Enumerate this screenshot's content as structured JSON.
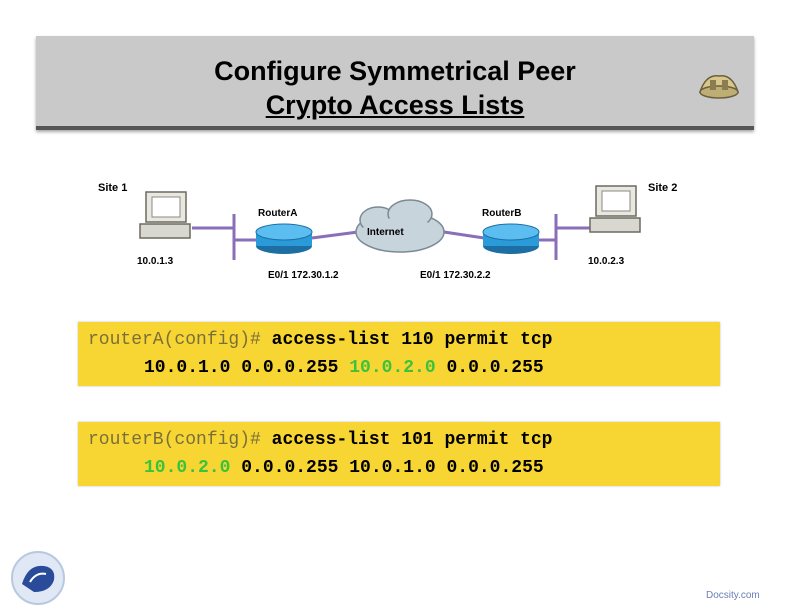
{
  "title": {
    "line1": "Configure Symmetrical Peer",
    "line2": "Crypto Access Lists"
  },
  "diagram": {
    "site1": {
      "label": "Site 1",
      "ip": "10.0.1.3"
    },
    "site2": {
      "label": "Site 2",
      "ip": "10.0.2.3"
    },
    "routerA": {
      "label": "RouterA",
      "interface": "E0/1 172.30.1.2"
    },
    "routerB": {
      "label": "RouterB",
      "interface": "E0/1 172.30.2.2"
    },
    "cloud": {
      "label": "Internet"
    },
    "colors": {
      "router": "#2a9ad8",
      "link": "#8a6fb8",
      "cloud": "#c8d4dc"
    }
  },
  "commands": [
    {
      "prompt": "routerA(config)#",
      "command": "access-list 110 permit tcp",
      "arg1": "10.0.1.0 0.0.0.255",
      "arg2_highlight": "10.0.2.0",
      "arg3": "0.0.0.255"
    },
    {
      "prompt": "routerB(config)#",
      "command": "access-list 101 permit tcp",
      "arg1_highlight": "10.0.2.0",
      "arg2": "0.0.0.255 10.0.1.0 0.0.0.255"
    }
  ],
  "footer": {
    "text": "Docsity.com"
  },
  "colors": {
    "highlight": "#3cc23c",
    "code_bg": "#f7d633",
    "title_bg": "#c9c9c9"
  }
}
